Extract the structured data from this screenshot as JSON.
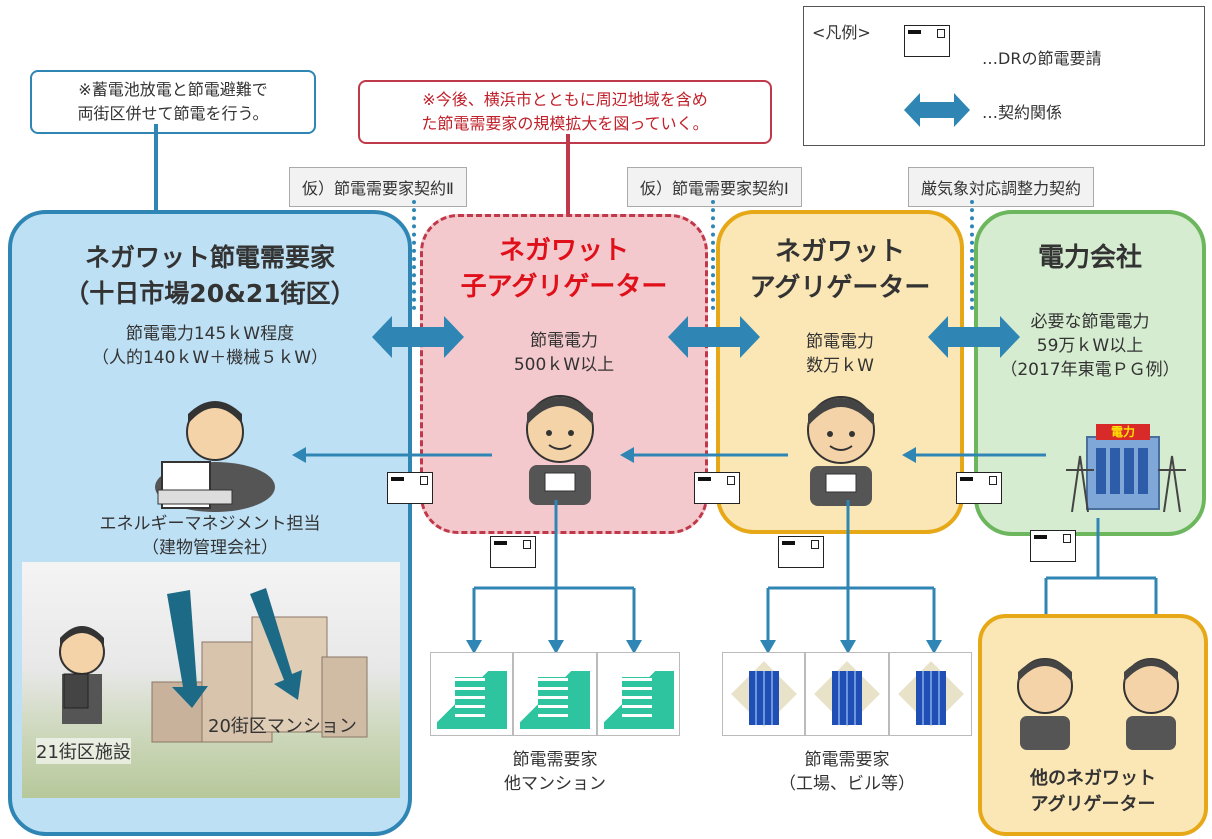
{
  "legend": {
    "title": "<凡例>",
    "item_request": "…DRの節電要請",
    "item_contract": "…契約関係"
  },
  "notes": {
    "left": [
      "※蓄電池放電と節電避難で",
      "両街区併せて節電を行う。"
    ],
    "center": [
      "※今後、横浜市とともに周辺地域を含め",
      "た節電需要家の規模拡大を図っていく。"
    ]
  },
  "contracts": {
    "c2": "仮）節電需要家契約Ⅱ",
    "c1": "仮）節電需要家契約Ⅰ",
    "c3": "厳気象対応調整力契約"
  },
  "boxes": {
    "consumer": {
      "title": [
        "ネガワット節電需要家",
        "（十日市場20&21街区）"
      ],
      "body": [
        "節電電力145ｋW程度",
        "（人的140ｋW＋機械５ｋW）"
      ],
      "staff": [
        "エネルギーマネジメント担当",
        "（建物管理会社）"
      ],
      "site_21": "21街区施設",
      "site_20": "20街区マンション"
    },
    "sub_aggregator": {
      "title": [
        "ネガワット",
        "子アグリゲーター"
      ],
      "body": [
        "節電電力",
        "500ｋW以上"
      ]
    },
    "aggregator": {
      "title": [
        "ネガワット",
        "アグリゲーター"
      ],
      "body": [
        "節電電力",
        "数万ｋW"
      ]
    },
    "utility": {
      "title": [
        "電力会社"
      ],
      "body": [
        "必要な節電電力",
        "59万ｋW以上",
        "（2017年東電ＰＧ例）"
      ],
      "building_sign": "電力"
    }
  },
  "bottom": {
    "mansions": [
      "節電需要家",
      "他マンション"
    ],
    "factories": [
      "節電需要家",
      "（工場、ビル等）"
    ],
    "others": [
      "他のネガワット",
      "アグリゲーター"
    ]
  },
  "colors": {
    "consumer_fill": "#bde0f5",
    "consumer_border": "#2f86b4",
    "sub_fill": "#f4c9cd",
    "sub_border": "#c0394b",
    "sub_title": "#e0101a",
    "agg_fill": "#fbe7b5",
    "agg_border": "#e6a817",
    "util_fill": "#d6ecd0",
    "util_border": "#6cb75d",
    "arrow": "#2f86b4"
  }
}
